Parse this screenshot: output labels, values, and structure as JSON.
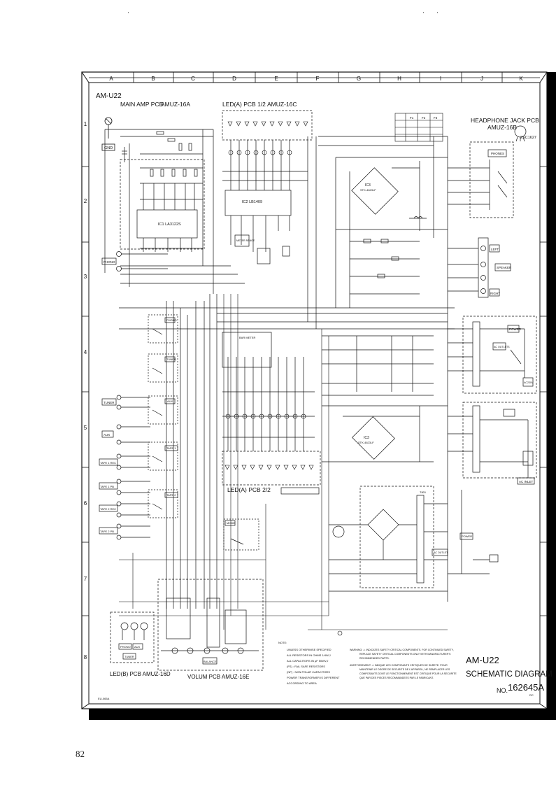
{
  "sheet": {
    "col_labels": [
      "A",
      "B",
      "C",
      "D",
      "E",
      "F",
      "G",
      "H",
      "I",
      "J",
      "K"
    ],
    "row_labels": [
      "1",
      "2",
      "3",
      "4",
      "5",
      "6",
      "7",
      "8"
    ],
    "model": "AM-U22",
    "page_number": "82",
    "doc_code": "EU-065A"
  },
  "boards": {
    "main_amp": "MAIN AMP PCB",
    "main_amp_code": "AMUZ-16A",
    "led_a_1": "LED(A) PCB 1/2",
    "led_a_1_code": "AMUZ-16C",
    "led_a_2": "LED(A) PCB 2/2",
    "headphone": "HEADPHONE JACK PCB",
    "headphone_code": "AMUZ-16B",
    "led_b": "LED(B) PCB AMUZ-16D",
    "volum": "VOLUM PCB AMUZ-16E"
  },
  "components": {
    "ic1": "IC1   LA3122S",
    "ic2": "IC2   LB1409",
    "ic3_top": "IC3",
    "ic3_top_type": "STK-4623LF",
    "ic3_bottom": "IC3",
    "ic3_bottom_type": "STK-4623LF",
    "transistor": "2SC1627",
    "transformer": "T801",
    "meter_range": "METER RANGE",
    "bar_meter": "BAR METER",
    "fuse_f1": "F1",
    "fuse_f2": "F2",
    "fuse_f3": "F3"
  },
  "connectors": {
    "gnd": "GND",
    "phono": "PHONO",
    "tuner": "TUNER",
    "aux": "AUX",
    "tape1_rec": "TAPE 1 REC",
    "tape1_pb": "TAPE 1 PB",
    "tape2_rec": "TAPE 2 REC",
    "tape2_pb": "TAPE 2 PB",
    "phones": "PHONES",
    "left": "LEFT",
    "right": "RIGHT",
    "speaker": "SPEAKER",
    "power": "POWER",
    "ac_outlets": "AC OUTLETS",
    "ac_inlet": "AC INLET",
    "ac_outlet": "AC OUTLET",
    "acv_label": "AC230V"
  },
  "switches": {
    "phono_sw": "PHONO",
    "tuner_sw": "TUNER",
    "aux_sw": "AUX",
    "tape1_sw": "TAPE 1",
    "tape2_sw": "TAPE 2",
    "mode_sw": "MODE",
    "balance": "BALANCE",
    "led_b_phono": "PHONO",
    "led_b_aux": "AUX",
    "led_b_tuner": "TUNER"
  },
  "notes": {
    "heading": "NOTE:",
    "lines": [
      "UNLESS OTHERWISE SPECIFIED",
      "ALL RESISTORS IN OHMS 1/4W,J",
      "ALL CAPACITORS IN μF 50WV,J",
      "(FS) : FAIL SAFE RESISTORS",
      "(NP) : NON POLAR CAPACITORS",
      "POWER TRANSFORMER IS DIFFERENT",
      "ACCORDING TO AREA"
    ]
  },
  "warning": {
    "lines": [
      "WARNING: ⚠ INDICATES SAFETY CRITICAL COMPONENTS. FOR CONTINUED SAFETY,",
      "REPLACE SAFETY CRITICAL COMPONENTS ONLY WITH MANUFACTURER'S",
      "RECOMMENDED PARTS.",
      "AVERTISSEMENT: ⚠ INDIQUE LES COMPOSANTS CRITIQUES DE SURETE. POUR",
      "MAINTENIR LE DEGRE DE SECURITE DE L'APPAREIL, NE REMPLACER LES",
      "COMPOSANTS DONT LE FONCTIONNEMENT EST CRITIQUE POUR LA SECURITE",
      "QUE PAR DES PIECES RECOMMANDEES PAR LE FABRICANT."
    ]
  },
  "title_block": {
    "model": "AM-U22",
    "title": "SCHEMATIC DIAGRAM",
    "no_label": "NO.",
    "number": "162645A",
    "suffix": "RC"
  }
}
